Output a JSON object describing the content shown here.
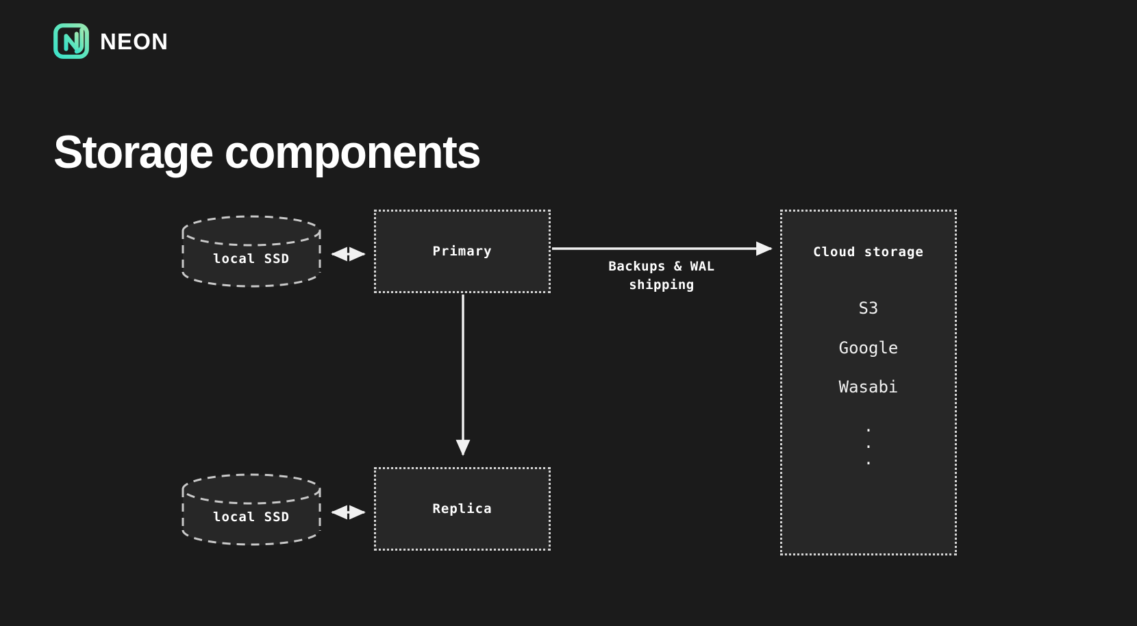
{
  "brand": {
    "logo_icon": "neon-logo-icon",
    "wordmark": "NEON",
    "accent_color": "#4fe0c0",
    "accent_color_2": "#8fe8bd"
  },
  "title": "Storage components",
  "theme": {
    "background": "#1b1b1b",
    "node_fill": "#272727",
    "stroke": "#d6d6d6",
    "text": "#ffffff"
  },
  "diagram": {
    "type": "architecture-diagram",
    "nodes": [
      {
        "id": "local-ssd-primary",
        "label": "local SSD",
        "shape": "cylinder",
        "border": "dashed"
      },
      {
        "id": "primary",
        "label": "Primary",
        "shape": "rect",
        "border": "dotted"
      },
      {
        "id": "local-ssd-replica",
        "label": "local SSD",
        "shape": "cylinder",
        "border": "dashed"
      },
      {
        "id": "replica",
        "label": "Replica",
        "shape": "rect",
        "border": "dotted"
      },
      {
        "id": "cloud-storage",
        "label": "Cloud storage",
        "shape": "rect",
        "border": "dotted"
      }
    ],
    "cloud_storage": {
      "title": "Cloud storage",
      "providers": [
        "S3",
        "Google",
        "Wasabi"
      ],
      "ellipsis": [
        ".",
        ".",
        "."
      ]
    },
    "edges": [
      {
        "id": "ssd-primary",
        "from": "local-ssd-primary",
        "to": "primary",
        "arrow": "both",
        "label": ""
      },
      {
        "id": "primary-cloud",
        "from": "primary",
        "to": "cloud-storage",
        "arrow": "end",
        "label": "Backups & WAL\nshipping"
      },
      {
        "id": "primary-replica",
        "from": "primary",
        "to": "replica",
        "arrow": "end",
        "label": ""
      },
      {
        "id": "ssd-replica",
        "from": "local-ssd-replica",
        "to": "replica",
        "arrow": "both",
        "label": ""
      }
    ]
  }
}
